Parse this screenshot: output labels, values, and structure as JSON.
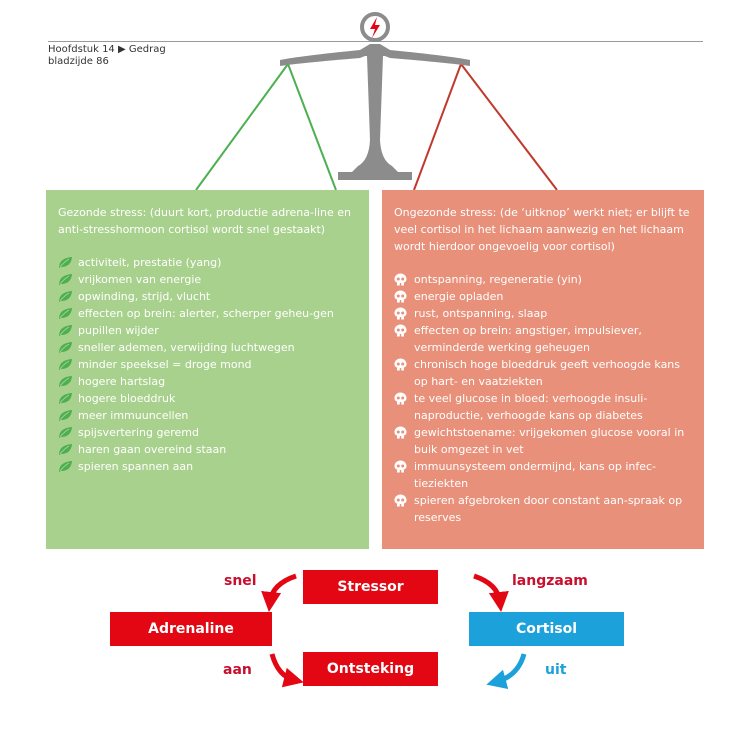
{
  "header": {
    "chapter": "Hoofdstuk 14 ▶ Gedrag",
    "page": "bladzijde 86"
  },
  "colors": {
    "green_panel": "#a9d18e",
    "red_panel": "#e8907a",
    "box_red": "#e30613",
    "box_blue": "#1da1db",
    "scale_gray": "#8c8c8c"
  },
  "green_panel": {
    "intro": "Gezonde stress: (duurt kort, productie adrena-line en anti-stresshormoon cortisol wordt snel gestaakt)",
    "icon": "leaf-icon",
    "items": [
      "activiteit, prestatie (yang)",
      "vrijkomen van energie",
      "opwinding, strijd, vlucht",
      "effecten op brein: alerter, scherper geheu-gen",
      "pupillen wijder",
      "sneller ademen, verwijding luchtwegen",
      "minder speeksel = droge mond",
      "hogere hartslag",
      "hogere bloeddruk",
      "meer immuuncellen",
      "spijsvertering geremd",
      "haren gaan overeind staan",
      "spieren spannen aan"
    ]
  },
  "red_panel": {
    "intro": "Ongezonde stress: (de ‘uitknop’ werkt niet; er blijft te veel cortisol in het lichaam aanwezig en het lichaam wordt hierdoor ongevoelig voor cortisol)",
    "icon": "skull-icon",
    "items": [
      "ontspanning, regeneratie (yin)",
      "energie opladen",
      "rust, ontspanning, slaap",
      "effecten op brein: angstiger, impulsiever, verminderde werking geheugen",
      "chronisch hoge bloeddruk geeft verhoogde kans op hart- en vaatziekten",
      "te veel glucose in bloed: verhoogde insuli-naproductie, verhoogde kans op diabetes",
      "gewichtstoename: vrijgekomen glucose vooral in buik omgezet in vet",
      "immuunsysteem ondermijnd, kans op infec-tieziekten",
      "spieren afgebroken door constant aan-spraak op reserves"
    ]
  },
  "diagram": {
    "stressor": "Stressor",
    "adrenaline": "Adrenaline",
    "cortisol": "Cortisol",
    "ontsteking": "Ontsteking",
    "snel": "snel",
    "langzaam": "langzaam",
    "aan": "aan",
    "uit": "uit"
  }
}
